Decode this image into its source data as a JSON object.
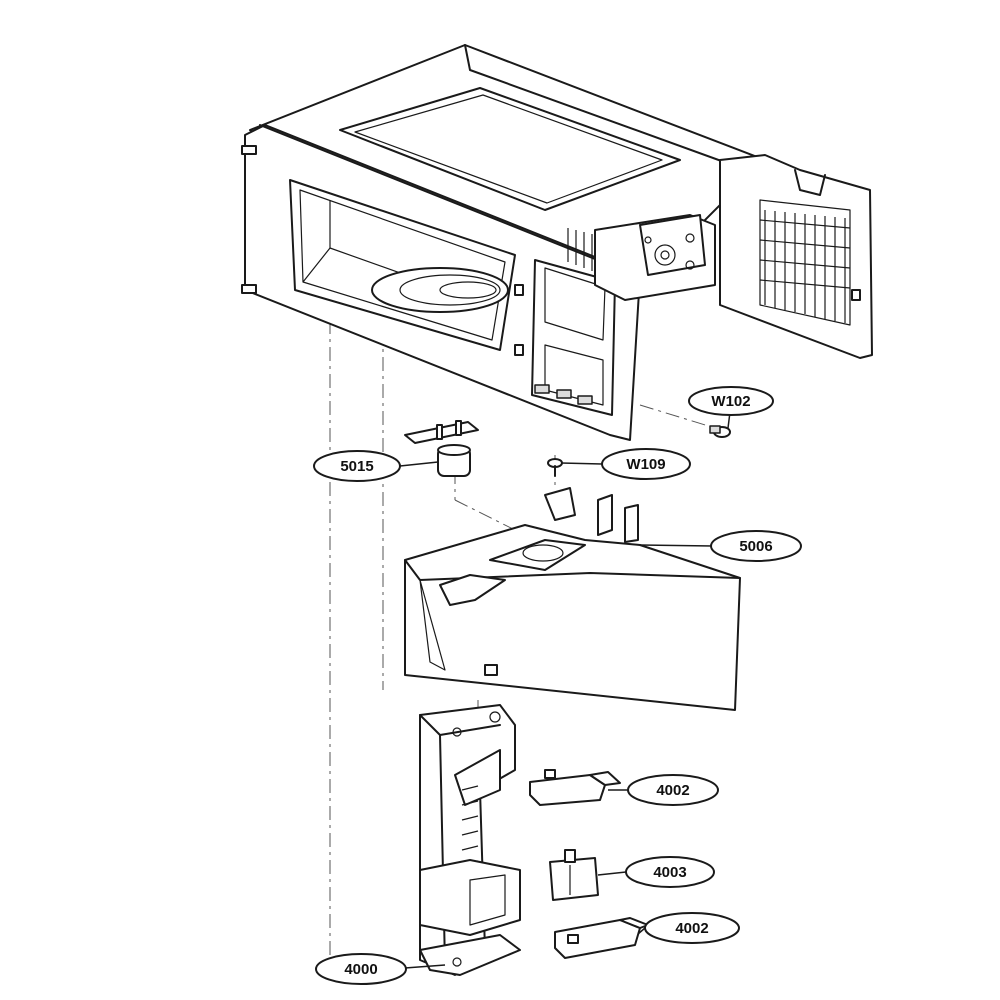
{
  "colors": {
    "line": "#1a1a1a",
    "shade": "#dcdcdc",
    "background": "#ffffff"
  },
  "callouts": {
    "w102": "W102",
    "w109": "W109",
    "p5015": "5015",
    "p5006": "5006",
    "p4002_upper": "4002",
    "p4003": "4003",
    "p4002_lower": "4002",
    "p4000": "4000"
  }
}
